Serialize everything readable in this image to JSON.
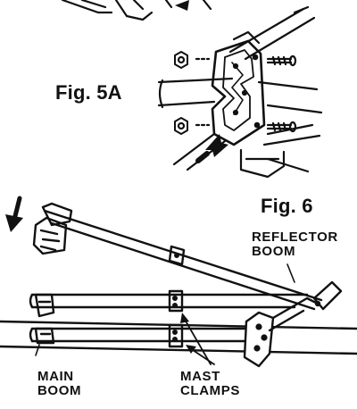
{
  "figures": {
    "fig5a": {
      "label": "Fig. 5A"
    },
    "fig6": {
      "label": "Fig. 6"
    }
  },
  "callouts": {
    "reflector_boom": [
      "REFLECTOR",
      "BOOM"
    ],
    "main_boom": [
      "MAIN",
      "BOOM"
    ],
    "mast_clamps": [
      "MAST",
      "CLAMPS"
    ]
  }
}
